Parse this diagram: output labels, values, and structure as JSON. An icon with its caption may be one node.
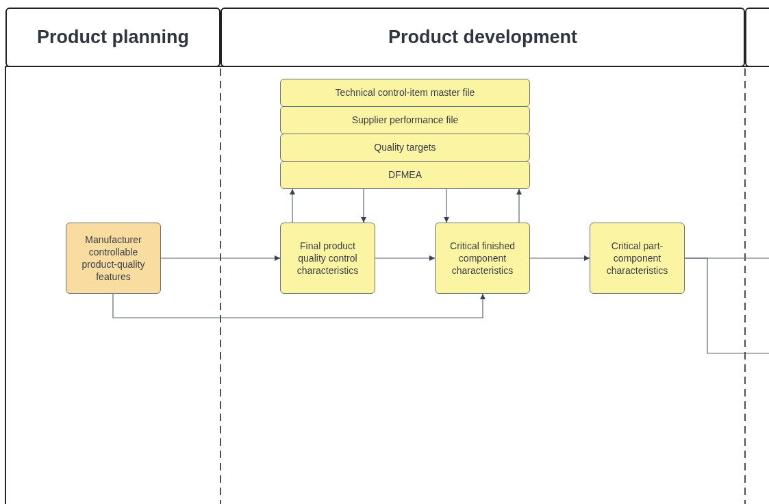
{
  "diagram": {
    "nodes": [
      {
        "text": [
          "Product planning"
        ]
      },
      {
        "text": [
          "Product development"
        ]
      },
      {
        "text": [],
        "shape": "box"
      },
      {
        "text": [
          "Technical control-item master file"
        ]
      },
      {
        "text": [
          "Supplier performance file"
        ]
      },
      {
        "text": [
          "Quality targets"
        ]
      },
      {
        "text": [
          "DFMEA"
        ]
      },
      {
        "text": [
          "Manufacturer controllable product-quality features"
        ]
      },
      {
        "text": [
          "Final product quality control characteristics"
        ]
      },
      {
        "text": [
          "Critical finished component characteristics"
        ]
      },
      {
        "text": [
          "Critical part-component characteristics"
        ]
      }
    ],
    "edges": [
      {
        "from": 7,
        "to": 8,
        "arrow": "to"
      },
      {
        "from": 7,
        "to": 9,
        "arrow": "to"
      },
      {
        "from": 8,
        "to": 6,
        "arrow": "to"
      },
      {
        "from": 6,
        "to": 8,
        "arrow": "to"
      },
      {
        "from": 6,
        "to": 9,
        "arrow": "to"
      },
      {
        "from": 9,
        "to": 6,
        "arrow": "to"
      },
      {
        "from": 8,
        "to": 9,
        "arrow": "to"
      },
      {
        "from": 9,
        "to": 10,
        "arrow": "to"
      },
      {
        "from": 10,
        "to": null,
        "arrow": "none"
      },
      {
        "from": 10,
        "to": null,
        "arrow": "none"
      }
    ]
  }
}
